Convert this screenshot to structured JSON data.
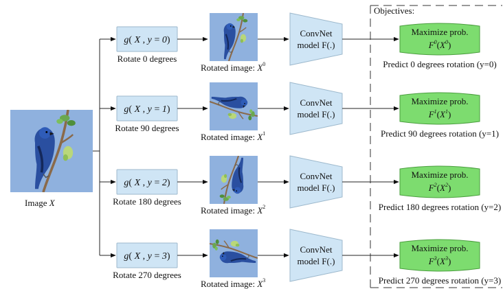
{
  "source": {
    "label_prefix": "Image",
    "label_var": "X"
  },
  "objectives_title": "Objectives:",
  "rows": [
    {
      "g_arg_x": "X",
      "g_arg_y": "y = 0",
      "rotate_label": "Rotate 0 degrees",
      "rotated_label": "Rotated image:",
      "rotated_var": "X",
      "rotated_sup": "0",
      "cnn_line1": "ConvNet",
      "cnn_line2": "model F(.)",
      "obj_line1": "Maximize prob.",
      "obj_F": "F",
      "obj_F_sup": "0",
      "obj_X": "X",
      "obj_X_sup": "0",
      "predict_label": "Predict 0 degrees rotation (y=0)",
      "rotation_deg": 0
    },
    {
      "g_arg_x": "X",
      "g_arg_y": "y = 1",
      "rotate_label": "Rotate 90 degrees",
      "rotated_label": "Rotated image:",
      "rotated_var": "X",
      "rotated_sup": "1",
      "cnn_line1": "ConvNet",
      "cnn_line2": "model F(.)",
      "obj_line1": "Maximize prob.",
      "obj_F": "F",
      "obj_F_sup": "1",
      "obj_X": "X",
      "obj_X_sup": "1",
      "predict_label": "Predict 90 degrees rotation (y=1)",
      "rotation_deg": 90
    },
    {
      "g_arg_x": "X",
      "g_arg_y": "y = 2",
      "rotate_label": "Rotate 180 degrees",
      "rotated_label": "Rotated image:",
      "rotated_var": "X",
      "rotated_sup": "2",
      "cnn_line1": "ConvNet",
      "cnn_line2": "model F(.)",
      "obj_line1": "Maximize prob.",
      "obj_F": "F",
      "obj_F_sup": "2",
      "obj_X": "X",
      "obj_X_sup": "2",
      "predict_label": "Predict 180 degrees rotation (y=2)",
      "rotation_deg": 180
    },
    {
      "g_arg_x": "X",
      "g_arg_y": "y = 3",
      "rotate_label": "Rotate 270 degrees",
      "rotated_label": "Rotated image:",
      "rotated_var": "X",
      "rotated_sup": "3",
      "cnn_line1": "ConvNet",
      "cnn_line2": "model F(.)",
      "obj_line1": "Maximize prob.",
      "obj_F": "F",
      "obj_F_sup": "3",
      "obj_X": "X",
      "obj_X_sup": "3",
      "predict_label": "Predict 270 degrees rotation (y=3)",
      "rotation_deg": 270
    }
  ],
  "colors": {
    "photo_sky": "#8fb1de",
    "bird_body": "#2a4fa0",
    "bird_dark": "#14285a",
    "branch": "#8a6a4a",
    "leaf": "#6aa84f",
    "box_fill": "#cfe5f5",
    "objective_fill": "#7ddc6f"
  },
  "icons": {
    "photo": "bird-on-branch-photo"
  }
}
